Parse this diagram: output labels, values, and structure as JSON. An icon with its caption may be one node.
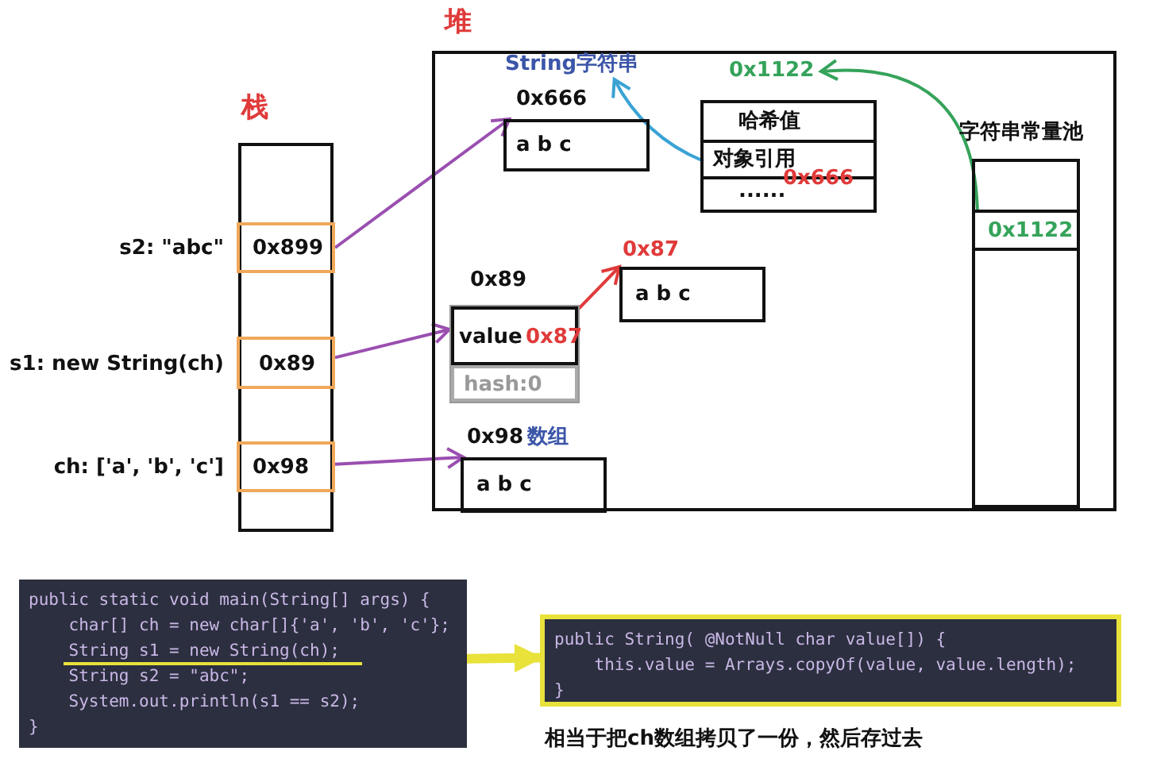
{
  "diagram": {
    "nodes": [
      {
        "text": [
          "栈"
        ]
      },
      {
        "text": [
          "0x899"
        ],
        "beside": [
          "s2: \"abc\""
        ],
        "in": 0
      },
      {
        "text": [
          "0x89"
        ],
        "beside": [
          "s1: new String(ch)"
        ],
        "in": 0
      },
      {
        "text": [
          "0x98"
        ],
        "beside": [
          "ch: ['a', 'b', 'c']"
        ],
        "in": 0
      },
      {
        "text": [
          "堆"
        ]
      },
      {
        "text": [
          "a b c"
        ],
        "beside": [
          "0x666"
        ],
        "in": 4
      },
      {
        "text": [
          "String字符串"
        ],
        "in": 4
      },
      {
        "text": [],
        "shape": "box",
        "in": 4
      },
      {
        "text": [
          "哈希值"
        ],
        "in": 7
      },
      {
        "text": [
          "对象引用",
          "0x666"
        ],
        "in": 7
      },
      {
        "text": [
          "......"
        ],
        "in": 7
      },
      {
        "text": [
          "0x1122"
        ],
        "in": 4
      },
      {
        "text": [
          "字符串常量池"
        ],
        "in": 4
      },
      {
        "text": [
          "0x1122"
        ],
        "in": 12
      },
      {
        "text": [],
        "shape": "box",
        "beside": [
          "0x89"
        ],
        "in": 4
      },
      {
        "text": [
          "value",
          "0x87"
        ],
        "in": 14
      },
      {
        "text": [
          "hash:0"
        ],
        "in": 14
      },
      {
        "text": [
          "a b c"
        ],
        "beside": [
          "0x87"
        ],
        "in": 4
      },
      {
        "text": [
          "a b c"
        ],
        "beside": [
          "0x98",
          "数组"
        ],
        "in": 4
      },
      {
        "text": [
          "public static void main(String[] args) {",
          "    char[] ch = new char[]{'a', 'b', 'c'};",
          "    String s1 = new String(ch);",
          "    String s2 = \"abc\";",
          "    System.out.println(s1 == s2);",
          "}"
        ]
      },
      {
        "text": [
          "public String( @NotNull char value[]) {",
          "    this.value = Arrays.copyOf(value, value.length);",
          "}"
        ],
        "beside": [
          "相当于把ch数组拷贝了一份，然后存过去"
        ]
      }
    ],
    "edges": [
      {
        "from": 1,
        "to": 5,
        "arrow": "to"
      },
      {
        "from": 2,
        "to": 14,
        "arrow": "to"
      },
      {
        "from": 3,
        "to": 18,
        "arrow": "to"
      },
      {
        "from": 15,
        "to": 17,
        "arrow": "to",
        "color": "#e03a3a"
      },
      {
        "from": 9,
        "to": 6,
        "arrow": "to",
        "color": "#3aa3d4"
      },
      {
        "from": 13,
        "to": 11,
        "arrow": "to",
        "color": "#35a35a"
      },
      {
        "from": 19,
        "to": 20,
        "arrow": "to",
        "style": "thick",
        "color": "#e8e23a"
      }
    ]
  }
}
